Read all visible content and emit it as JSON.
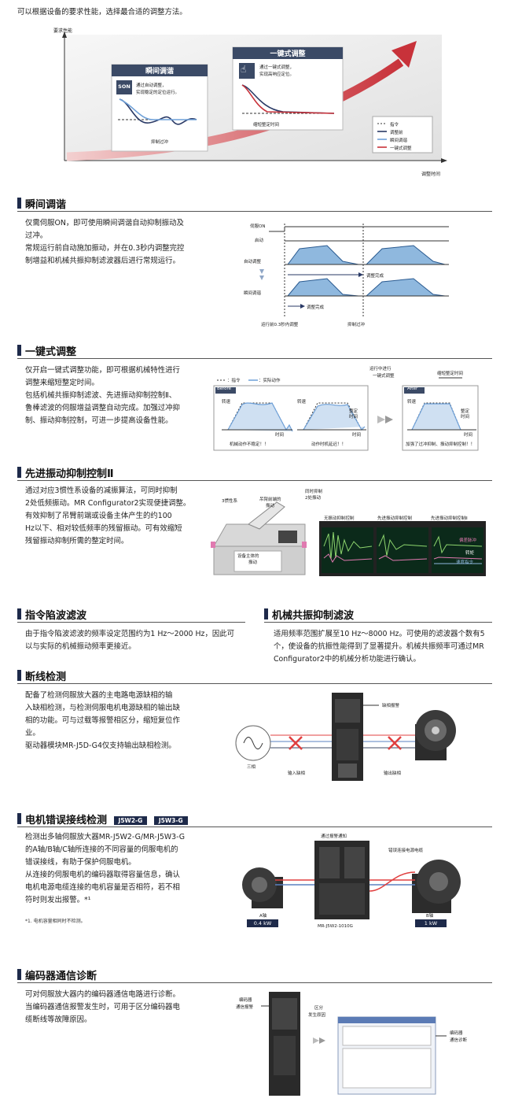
{
  "intro": "可以根据设备的要求性能，选择最合适的调整方法。",
  "top_diagram": {
    "y_axis": "要求性能",
    "x_axis": "调整时间",
    "card1_title": "瞬间调谐",
    "card1_badge": "SON",
    "card1_desc": [
      "通过自动调整，",
      "实现稳定的定位运行。"
    ],
    "card1_note": "抑制过冲",
    "card2_title": "一键式调整",
    "card2_desc": [
      "通过一键式调整，",
      "实现高响应定位。"
    ],
    "card2_note": "缩短整定时间",
    "legend": [
      "指令",
      "调整前",
      "瞬间调谐",
      "一键式调整"
    ]
  },
  "s1": {
    "title": "瞬间调谐",
    "text": [
      "仅需伺服ON，即可使用瞬间调谐自动抑制振动及",
      "过冲。",
      "常规运行前自动施加振动，并在0.3秒内调整完控",
      "制增益和机械共振抑制滤波器后进行常规运行。"
    ],
    "chart": {
      "labels": [
        "伺服ON",
        "启动",
        "自动调整",
        "瞬间调谐"
      ],
      "done1": "调整完成",
      "done2": "调整完成",
      "note1": "运行前0.3秒内调整",
      "note2": "抑制过冲"
    }
  },
  "s2": {
    "title": "一键式调整",
    "text": [
      "仅开启一键式调整功能，即可根据机械特性进行",
      "调整来缩短整定时间。",
      "包括机械共振抑制滤波、先进振动抑制控制Ⅱ、",
      "鲁棒滤波的伺服增益调整自动完成。加强过冲抑",
      "制、振动抑制控制，可进一步提高设备性能。"
    ],
    "chart": {
      "legend1": "：指令",
      "legend2": "：实际动作",
      "before": "Before",
      "after": "After",
      "mid1": "运行中进行",
      "mid2": "一键式调整",
      "top_note": "缩短整定时间",
      "speed": "转速",
      "settle1": "整定",
      "settle2": "时间",
      "time": "时间",
      "cap1": "机械动作不稳定！！",
      "cap2": "动作时机延迟！！",
      "cap3": "加强了过冲抑制、振动抑制控制！！"
    }
  },
  "s3": {
    "title": "先进振动抑制控制Ⅱ",
    "text": [
      "通过对应3惯性系设备的减振算法，可同时抑制",
      "2处低频振动。MR Configurator2实现便捷调整。",
      "有效抑制了吊臂前端或设备主体产生的约100",
      "Hz以下、相对较低频率的残留振动。可有效缩短",
      "残留振动抑制所需的整定时间。"
    ],
    "fig": {
      "l1": "3惯性系",
      "l2a": "吊臂前端的",
      "l2b": "振动",
      "l3a": "同时抑制",
      "l3b": "2处振动",
      "l4a": "设备主体的",
      "l4b": "振动",
      "scope1": "无振动抑制控制",
      "scope2": "先进振动抑制控制",
      "scope3": "先进振动抑制控制Ⅱ",
      "w1": "偏差脉冲",
      "w2": "转矩",
      "w3": "速度指令"
    }
  },
  "s4": {
    "title": "指令陷波滤波",
    "text": [
      "由于指令陷波滤波的频率设定范围约为1 Hz～2000 Hz，因此可",
      "以与实际的机械振动频率更接近。"
    ]
  },
  "s5": {
    "title": "机械共振抑制滤波",
    "text": [
      "适用频率范围扩展至10 Hz～8000 Hz。可使用的滤波器个数有5",
      "个，使设备的抗振性能得到了显著提升。机械共振频率可通过MR",
      "Configurator2中的机械分析功能进行确认。"
    ]
  },
  "s6": {
    "title": "断线检测",
    "text": [
      "配备了检测伺服放大器的主电路电源缺相的输",
      "入缺相检测，与检测伺服电机电源缺相的输出缺",
      "相的功能。可与过载等报警相区分，缩短复位作",
      "业。",
      "驱动器模块MR-J5D-G4仅支持输出缺相检测。"
    ],
    "fig": {
      "alarm": "缺相报警",
      "phase": "三相",
      "in": "输入缺相",
      "out": "输出缺相"
    }
  },
  "s7": {
    "title": "电机错误接线检测",
    "tag1": "J5W2-G",
    "tag2": "J5W3-G",
    "text": [
      "检测出多轴伺服放大器MR-J5W2-G/MR-J5W3-G",
      "的A轴/B轴/C轴所连接的不同容量的伺服电机的",
      "错误接线，有助于保护伺服电机。",
      "从连接的伺服电机的编码器取得容量信息，确认",
      "电机电源电缆连接的电机容量是否相符，若不相",
      "符时则发出报警。*¹"
    ],
    "footnote": "*1. 电机容量相同时不检测。",
    "fig": {
      "notify": "通过报警通知",
      "wrong": "错误连接电源电缆",
      "axisA": "A轴",
      "capA": "0.4 kW",
      "axisB": "B轴",
      "capB": "1 kW",
      "model": "MR-J5W2-1010G"
    }
  },
  "s8": {
    "title": "编码器通信诊断",
    "text": [
      "可对伺服放大器内的编码器通信电路进行诊断。",
      "当编码器通信报警发生时，可用于区分编码器电",
      "缆断线等故障原因。"
    ],
    "fig": {
      "l1a": "编码器",
      "l1b": "通信报警",
      "l2a": "区分",
      "l2b": "发生原因",
      "l3a": "编码器",
      "l3b": "通信诊断"
    }
  }
}
